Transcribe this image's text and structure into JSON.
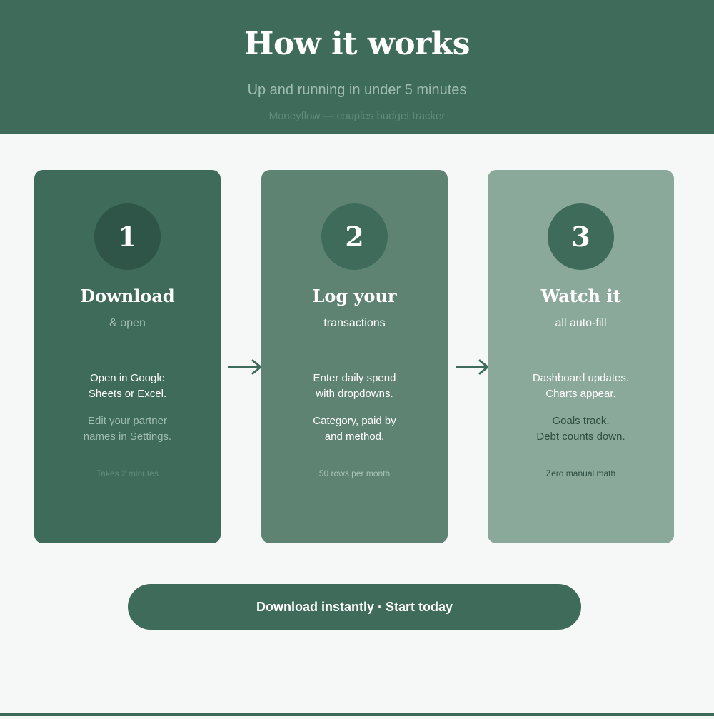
{
  "header": {
    "title": "How it works",
    "subtitle": "Up and running in under 5 minutes",
    "brand_line": "Moneyflow — couples budget tracker"
  },
  "steps": [
    {
      "number": "1",
      "title": "Download",
      "subtitle": "& open",
      "line1": "Open in Google",
      "line2": "Sheets or Excel.",
      "line3": "Edit your partner",
      "line4": "names in Settings.",
      "note": "Takes 2 minutes"
    },
    {
      "number": "2",
      "title": "Log your",
      "subtitle": "transactions",
      "line1": "Enter daily spend",
      "line2": "with dropdowns.",
      "line3": "Category, paid by",
      "line4": "and method.",
      "note": "50 rows per month"
    },
    {
      "number": "3",
      "title": "Watch it",
      "subtitle": "all auto-fill",
      "line1": "Dashboard updates.",
      "line2": "Charts appear.",
      "line3": "Goals track.",
      "line4": "Debt counts down.",
      "note": "Zero manual math"
    }
  ],
  "icons": {
    "step_arrow": "arrow-right-icon"
  },
  "cta": {
    "label": "Download instantly · Start today"
  },
  "colors": {
    "primary": "#3f6b5b",
    "card_mid": "#5f8373",
    "card_light": "#8ba99b",
    "background": "#f5f8f6"
  }
}
